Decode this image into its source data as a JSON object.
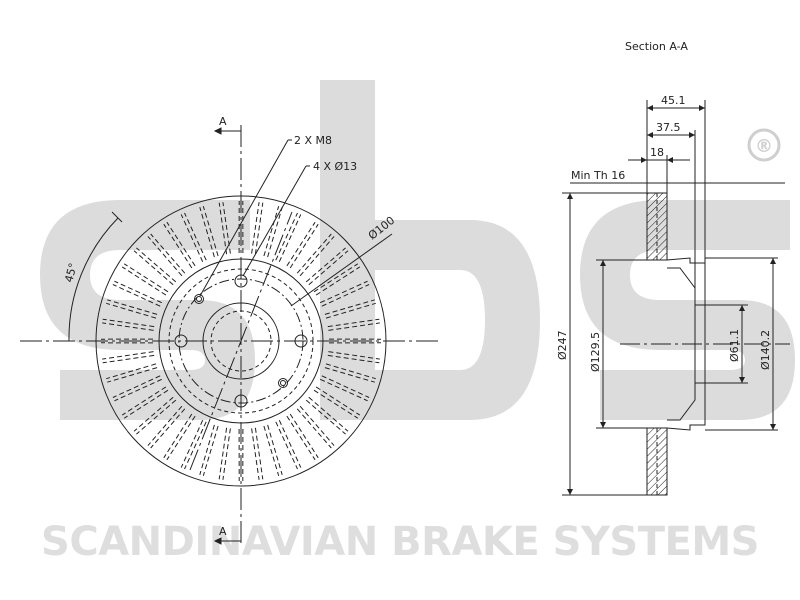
{
  "watermark": {
    "logo_text": "sbs",
    "registered_mark": "®",
    "brand_line": "SCANDINAVIAN BRAKE SYSTEMS",
    "watermark_color": "#d9d9d9"
  },
  "front_view": {
    "section_mark_top": "A",
    "section_mark_bottom": "A",
    "callout_threads": "2 X M8",
    "callout_holes": "4 X Ø13",
    "pcd_label": "Ø100",
    "angle_label": "45°"
  },
  "section_view": {
    "title": "Section A-A",
    "dim_overall_width": "45.1",
    "dim_hat_depth": "37.5",
    "dim_disc_thickness": "18",
    "min_thickness_label": "Min Th 16",
    "dim_outer_diameter": "Ø247",
    "dim_hat_diameter": "Ø129.5",
    "dim_center_bore": "Ø61.1",
    "dim_hat_outer": "Ø140.2"
  },
  "colors": {
    "line": "#222222",
    "watermark": "#d9d9d9"
  }
}
